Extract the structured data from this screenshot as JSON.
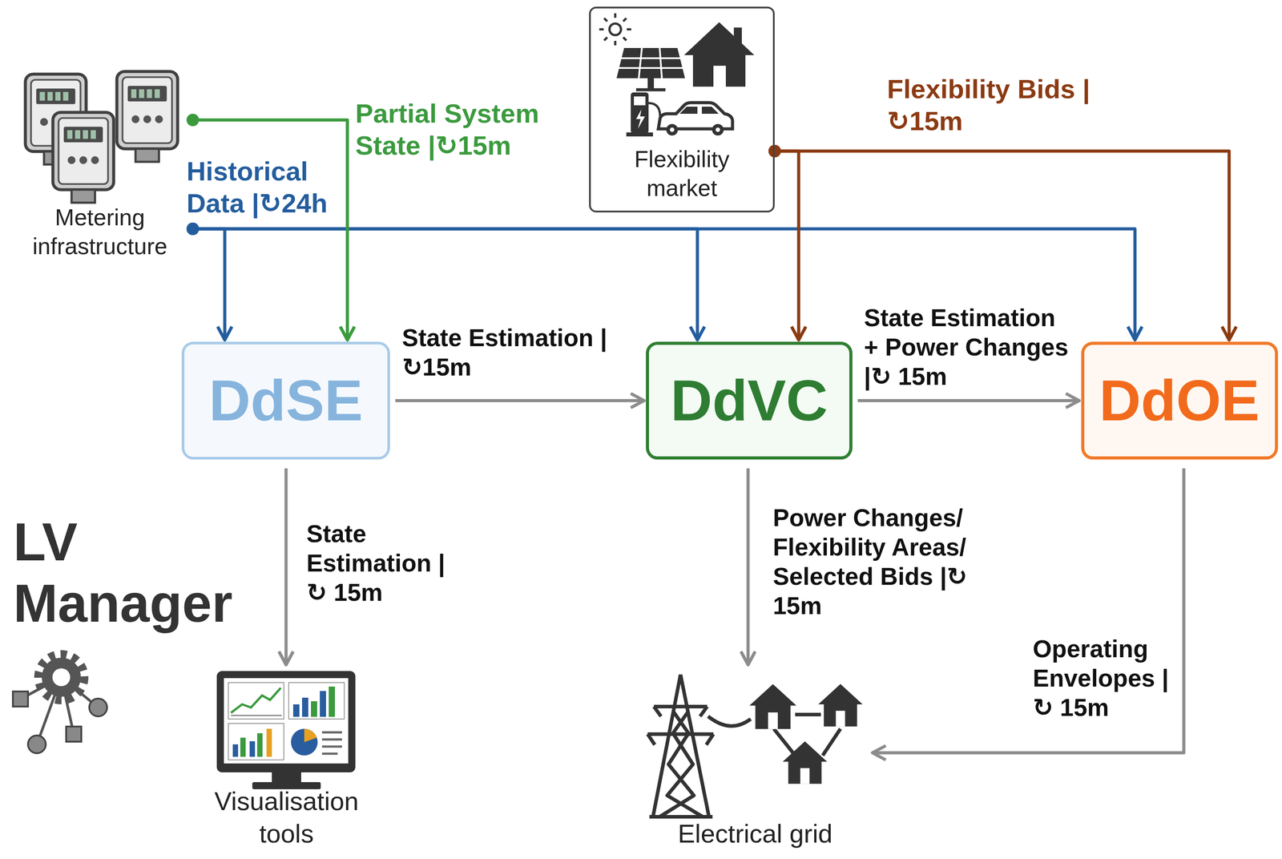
{
  "diagram": {
    "nodes": [
      {
        "text": [
          "Metering infrastructure"
        ]
      },
      {
        "text": [
          "Flexibility market"
        ]
      },
      {
        "text": [
          "DdSE"
        ]
      },
      {
        "text": [
          "DdVC"
        ]
      },
      {
        "text": [
          "DdOE"
        ]
      },
      {
        "text": [
          "Visualisation tools"
        ]
      },
      {
        "text": [
          "Electrical grid"
        ]
      }
    ],
    "edges": [
      {
        "from": 0,
        "to": 2,
        "arrow": "to",
        "label": "Historical Data |↻24h"
      },
      {
        "from": 0,
        "to": 3,
        "arrow": "to"
      },
      {
        "from": 0,
        "to": 4,
        "arrow": "to"
      },
      {
        "from": 0,
        "to": 2,
        "arrow": "to",
        "label": "Partial System State |↻15m"
      },
      {
        "from": 1,
        "to": 3,
        "arrow": "to",
        "label": "Flexibility Bids |↻15m"
      },
      {
        "from": 1,
        "to": 4,
        "arrow": "to"
      },
      {
        "from": 2,
        "to": 3,
        "arrow": "to",
        "label": "State Estimation |↻15m"
      },
      {
        "from": 3,
        "to": 4,
        "arrow": "to",
        "label": "State Estimation + Power Changes |↻ 15m"
      },
      {
        "from": 2,
        "to": 5,
        "arrow": "to",
        "label": "State Estimation |↻ 15m"
      },
      {
        "from": 3,
        "to": 6,
        "arrow": "to",
        "label": "Power Changes/ Flexibility Areas/ Selected Bids |↻ 15m"
      },
      {
        "from": 4,
        "to": 6,
        "arrow": "to",
        "label": "Operating Envelopes |↻ 15m"
      }
    ],
    "labels": [
      "LV Manager"
    ]
  }
}
